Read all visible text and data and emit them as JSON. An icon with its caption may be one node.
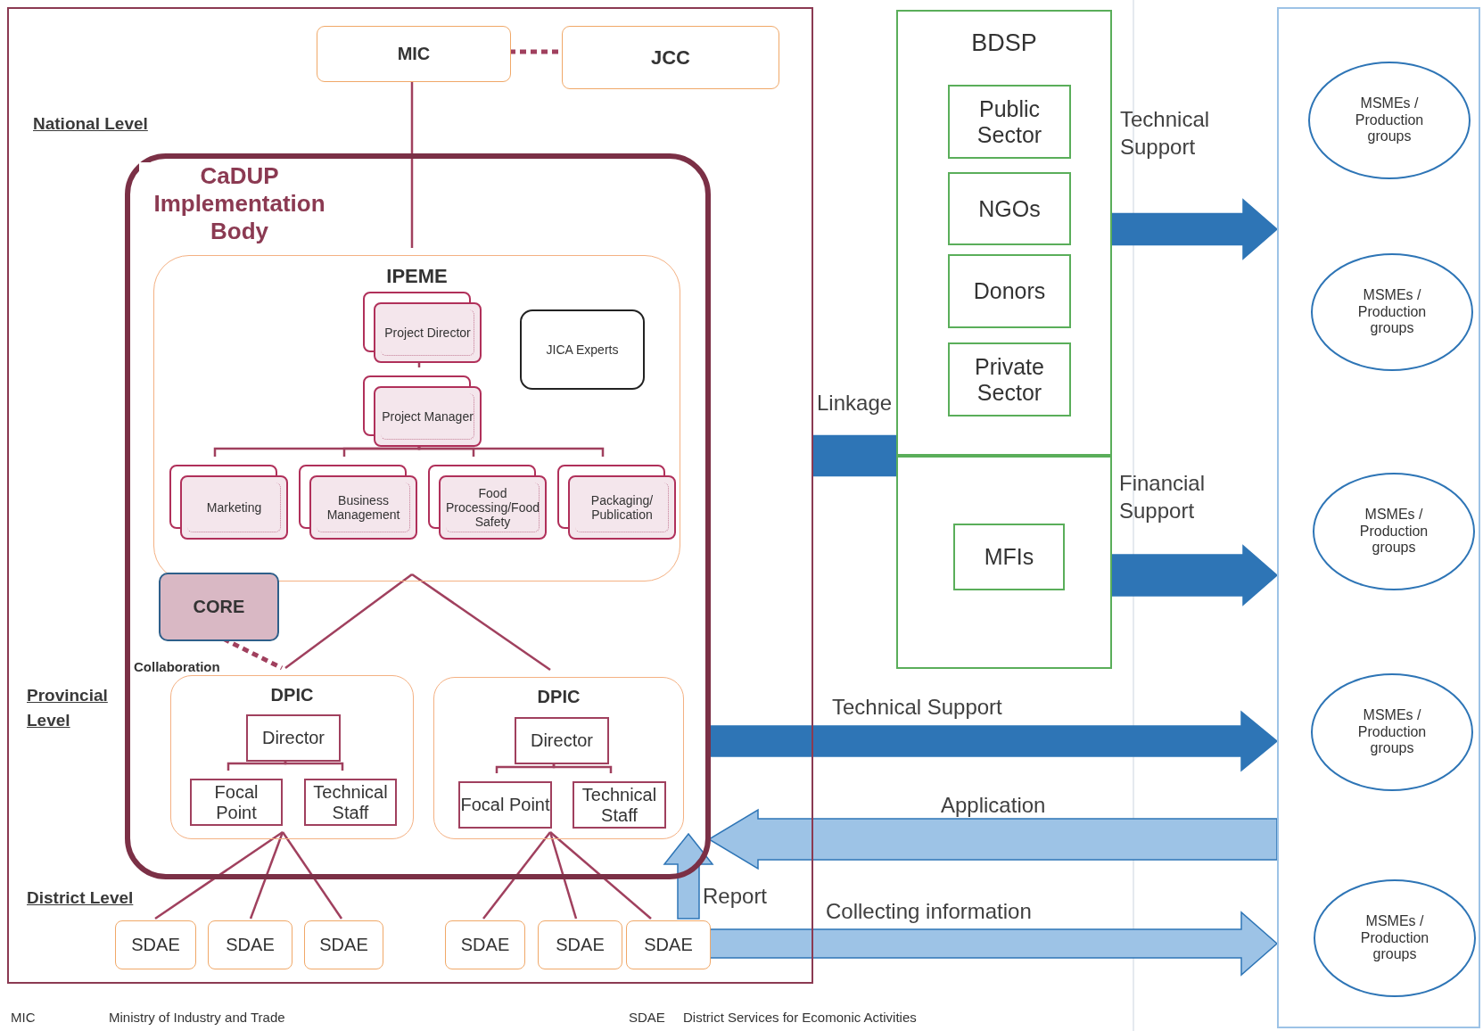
{
  "diagram": {
    "nodes": [
      {
        "text": [],
        "shape": "box"
      },
      {
        "text": [
          "MIC"
        ],
        "in": 0
      },
      {
        "text": [
          "JCC"
        ],
        "in": 0
      },
      {
        "text": [
          "CaDUP Implementation Body"
        ],
        "in": 0
      },
      {
        "text": [
          "IPEME"
        ],
        "in": 3
      },
      {
        "text": [
          "Project Director"
        ],
        "in": 4
      },
      {
        "text": [
          "JICA Experts"
        ],
        "in": 4
      },
      {
        "text": [
          "Project Manager"
        ],
        "in": 4
      },
      {
        "text": [
          "Marketing"
        ],
        "in": 4
      },
      {
        "text": [
          "Business Management"
        ],
        "in": 4
      },
      {
        "text": [
          "Food Processing/Food Safety"
        ],
        "in": 4
      },
      {
        "text": [
          "Packaging/ Publication"
        ],
        "in": 4
      },
      {
        "text": [
          "CORE"
        ],
        "in": 3
      },
      {
        "text": [
          "DPIC"
        ],
        "in": 3
      },
      {
        "text": [
          "Director"
        ],
        "in": 13
      },
      {
        "text": [
          "Focal Point"
        ],
        "in": 13
      },
      {
        "text": [
          "Technical Staff"
        ],
        "in": 13
      },
      {
        "text": [
          "DPIC"
        ],
        "in": 3
      },
      {
        "text": [
          "Director"
        ],
        "in": 17
      },
      {
        "text": [
          "Focal Point"
        ],
        "in": 17
      },
      {
        "text": [
          "Technical Staff"
        ],
        "in": 17
      },
      {
        "text": [
          "SDAE"
        ],
        "in": 0
      },
      {
        "text": [
          "SDAE"
        ],
        "in": 0
      },
      {
        "text": [
          "SDAE"
        ],
        "in": 0
      },
      {
        "text": [
          "SDAE"
        ],
        "in": 0
      },
      {
        "text": [
          "SDAE"
        ],
        "in": 0
      },
      {
        "text": [
          "SDAE"
        ],
        "in": 0
      },
      {
        "text": [
          "BDSP"
        ]
      },
      {
        "text": [
          "Public Sector"
        ],
        "in": 27
      },
      {
        "text": [
          "NGOs"
        ],
        "in": 27
      },
      {
        "text": [
          "Donors"
        ],
        "in": 27
      },
      {
        "text": [
          "Private Sector"
        ],
        "in": 27
      },
      {
        "text": [],
        "shape": "box"
      },
      {
        "text": [
          "MFIs"
        ],
        "in": 32
      },
      {
        "text": [],
        "shape": "box"
      },
      {
        "text": [
          "MSMEs / Production groups"
        ],
        "in": 34
      },
      {
        "text": [
          "MSMEs / Production groups"
        ],
        "in": 34
      },
      {
        "text": [
          "MSMEs / Production groups"
        ],
        "in": 34
      },
      {
        "text": [
          "MSMEs / Production groups"
        ],
        "in": 34
      },
      {
        "text": [
          "MSMEs / Production groups"
        ],
        "in": 34
      }
    ],
    "edges": [
      {
        "from": 1,
        "to": 2,
        "arrow": "none",
        "style": "dashed"
      },
      {
        "from": 1,
        "to": 4,
        "arrow": "none"
      },
      {
        "from": 5,
        "to": 7,
        "arrow": "none"
      },
      {
        "from": 7,
        "to": 8,
        "arrow": "none"
      },
      {
        "from": 7,
        "to": 9,
        "arrow": "none"
      },
      {
        "from": 7,
        "to": 10,
        "arrow": "none"
      },
      {
        "from": 7,
        "to": 11,
        "arrow": "none"
      },
      {
        "from": 4,
        "to": 13,
        "arrow": "none"
      },
      {
        "from": 4,
        "to": 17,
        "arrow": "none"
      },
      {
        "from": 12,
        "to": 13,
        "arrow": "none",
        "style": "dashed",
        "label": "Collaboration"
      },
      {
        "from": 14,
        "to": 15,
        "arrow": "none"
      },
      {
        "from": 14,
        "to": 16,
        "arrow": "none"
      },
      {
        "from": 18,
        "to": 19,
        "arrow": "none"
      },
      {
        "from": 18,
        "to": 20,
        "arrow": "none"
      },
      {
        "from": 13,
        "to": 21,
        "arrow": "none"
      },
      {
        "from": 13,
        "to": 22,
        "arrow": "none"
      },
      {
        "from": 13,
        "to": 23,
        "arrow": "none"
      },
      {
        "from": 17,
        "to": 24,
        "arrow": "none"
      },
      {
        "from": 17,
        "to": 25,
        "arrow": "none"
      },
      {
        "from": 17,
        "to": 26,
        "arrow": "none"
      },
      {
        "from": 0,
        "to": 27,
        "arrow": "none",
        "style": "thick",
        "color": "#2e75b6",
        "label": "Linkage"
      },
      {
        "from": 27,
        "to": 34,
        "arrow": "to",
        "style": "thick",
        "color": "#2e75b6",
        "label": "Technical Support"
      },
      {
        "from": 32,
        "to": 34,
        "arrow": "to",
        "style": "thick",
        "color": "#2e75b6",
        "label": "Financial Support"
      },
      {
        "from": 3,
        "to": 34,
        "arrow": "to",
        "style": "thick",
        "color": "#2e75b6",
        "label": "Technical Support"
      },
      {
        "from": 34,
        "to": 3,
        "arrow": "to",
        "style": "thick",
        "color": "#9dc3e6",
        "label": "Application"
      },
      {
        "from": 26,
        "to": 3,
        "arrow": "to",
        "style": "thick",
        "color": "#9dc3e6",
        "label": "Report"
      },
      {
        "from": 26,
        "to": 34,
        "arrow": "to",
        "style": "thick",
        "color": "#9dc3e6",
        "label": "Collecting information"
      }
    ],
    "labels": [
      "National Level",
      "Provincial Level",
      "District Level",
      "MIC",
      "Ministry of Industry and Trade",
      "SDAE",
      "District Services for Ecomonic Activities"
    ]
  }
}
